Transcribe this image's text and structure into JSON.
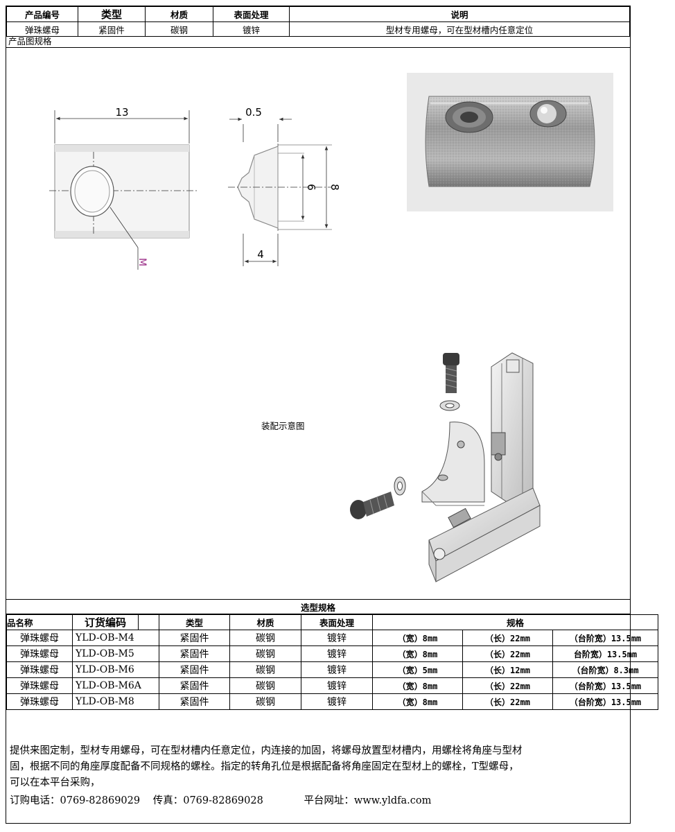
{
  "top_table": {
    "headers": [
      "产品编号",
      "类型",
      "材质",
      "表面处理",
      "说明"
    ],
    "row": [
      "弹珠螺母",
      "紧固件",
      "碳钢",
      "镀锌",
      "型材专用螺母，可在型材槽内任意定位"
    ]
  },
  "spec_title": "产品图规格",
  "drawing": {
    "dim_length": "13",
    "dim_thread": "M",
    "dim_step": "0.5",
    "dim_height": "4",
    "dim_inner": "6",
    "dim_outer": "8",
    "colors": {
      "line": "#333333",
      "accent_label": "#9b2d87"
    }
  },
  "assembly_label": "装配示意图",
  "selection": {
    "title": "选型规格",
    "headers": [
      "品名称",
      "订货编码",
      "",
      "类型",
      "材质",
      "表面处理",
      "规格"
    ],
    "rows": [
      {
        "name": "弹珠螺母",
        "code": "YLD-OB-M4",
        "type": "紧固件",
        "material": "碳钢",
        "finish": "镀锌",
        "w": "（宽）8mm",
        "l": "（长）22mm",
        "s": "（台阶宽）13.5mm"
      },
      {
        "name": "弹珠螺母",
        "code": "YLD-OB-M5",
        "type": "紧固件",
        "material": "碳钢",
        "finish": "镀锌",
        "w": "（宽）8mm",
        "l": "（长）22mm",
        "s": "台阶宽）13.5mm"
      },
      {
        "name": "弹珠螺母",
        "code": "YLD-OB-M6",
        "type": "紧固件",
        "material": "碳钢",
        "finish": "镀锌",
        "w": "（宽）5mm",
        "l": "（长）12mm",
        "s": "（台阶宽）8.3mm"
      },
      {
        "name": "弹珠螺母",
        "code": "YLD-OB-M6A",
        "type": "紧固件",
        "material": "碳钢",
        "finish": "镀锌",
        "w": "（宽）8mm",
        "l": "（长）22mm",
        "s": "（台阶宽）13.5mm"
      },
      {
        "name": "弹珠螺母",
        "code": "YLD-OB-M8",
        "type": "紧固件",
        "material": "碳钢",
        "finish": "镀锌",
        "w": "（宽）8mm",
        "l": "（长）22mm",
        "s": "（台阶宽）13.5mm"
      }
    ]
  },
  "notes": {
    "line1": "提供来图定制，型材专用螺母，可在型材槽内任意定位，内连接的加固，将螺母放置型材槽内，用螺栓将角座与型材",
    "line2": "固，根据不同的角座厚度配备不同规格的螺栓。指定的转角孔位是根据配备将角座固定在型材上的螺栓，T型螺母，",
    "line3": "可以在本平台采购，"
  },
  "contact": {
    "phone": "订购电话：0769-82869029",
    "fax": "传真：0769-82869028",
    "site": "平台网址：www.yldfa.com"
  }
}
